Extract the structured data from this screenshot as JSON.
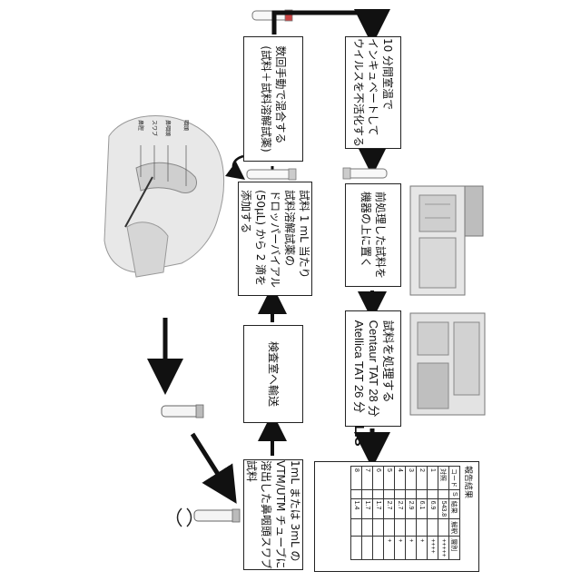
{
  "step_sample": {
    "lines": [
      "1mL または 3mL の",
      "VTM/UTM チューブに",
      "溶出した鼻咽頭スワブ",
      "試料"
    ]
  },
  "step_transport": {
    "lines": [
      "検査室へ輸送"
    ]
  },
  "step_add_buffer": {
    "lines": [
      "試料 1 mL 当たり",
      "試料溶解試薬の",
      "ドロッパーバイアル",
      "(50μL) から 2 滴を",
      "添加する"
    ]
  },
  "step_mix": {
    "lines": [
      "数回手動で混合する",
      "(試料＋試料溶解試薬)"
    ]
  },
  "step_incubate": {
    "lines": [
      "10 分間室温で",
      "インキュベートして",
      "ウイルスを不活化する"
    ]
  },
  "step_place": {
    "lines": [
      "前処理した試料を",
      "機器の上に置く"
    ]
  },
  "step_process": {
    "lines": [
      "試料を処理する",
      "Centaur TAT 28 分",
      "Atellica TAT 26 分"
    ]
  },
  "lis_label": "LIS",
  "anatomy_labels": [
    "鼻腔",
    "スワブ",
    "鼻咽頭",
    "咽頭"
  ],
  "report": {
    "title": "報告結果",
    "headers": [
      "コード",
      "S",
      "結果",
      "解釈",
      "層別"
    ],
    "rows": [
      [
        "対照",
        "",
        "543.8",
        "",
        "+++++"
      ],
      [
        "1",
        "",
        "6.9",
        "",
        "++++"
      ],
      [
        "2",
        "",
        "6.1",
        "",
        "+"
      ],
      [
        "3",
        "",
        "2.9",
        "",
        "+"
      ],
      [
        "4",
        "",
        "2.7",
        "",
        "+"
      ],
      [
        "5",
        "",
        "2.7",
        "",
        "+"
      ],
      [
        "6",
        "",
        "1.7",
        "",
        ""
      ],
      [
        "7",
        "",
        "1.7",
        "",
        ""
      ],
      [
        "8",
        "",
        "1.4",
        "",
        ""
      ]
    ]
  }
}
